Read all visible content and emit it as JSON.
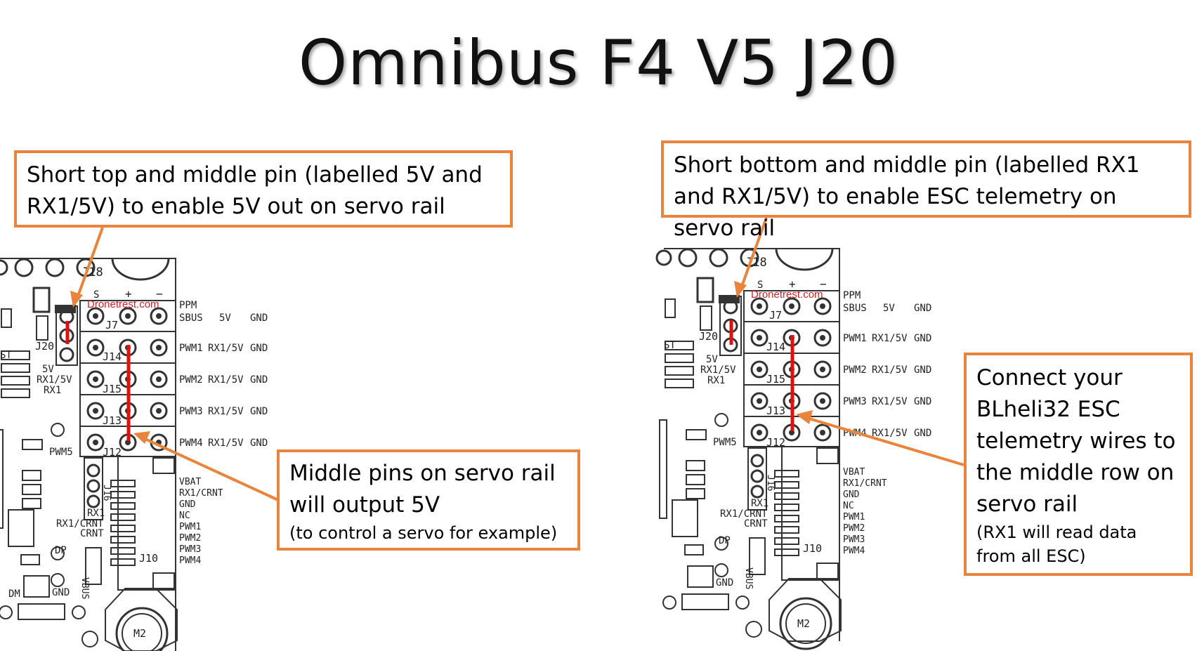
{
  "title": "Omnibus F4 V5 J20",
  "callouts": {
    "top_left": "Short top and middle pin (labelled 5V and RX1/5V) to enable 5V out on servo rail",
    "top_right": "Short bottom and middle pin (labelled RX1 and RX1/5V) to enable ESC telemetry on servo rail",
    "middle_left_main": "Middle pins on servo rail will output 5V",
    "middle_left_note": "(to control a servo for example)",
    "right_main": "Connect your BLheli32 ESC telemetry wires to the middle row on servo rail",
    "right_note": "(RX1 will read data from all ESC)"
  },
  "board_labels": {
    "watermark": "Dronetrest.com",
    "j18": "J18",
    "j20": "J20",
    "j7": "J7",
    "j14": "J14",
    "j15": "J15",
    "j13": "J13",
    "j12": "J12",
    "j16": "J16",
    "j10": "J10",
    "m2": "M2",
    "col_s": "S",
    "col_plus": "+",
    "col_minus": "−",
    "row1": [
      "PPM",
      "SBUS",
      "5V",
      "GND"
    ],
    "row2": [
      "PWM1",
      "RX1/5V",
      "GND"
    ],
    "row3": [
      "PWM2",
      "RX1/5V",
      "GND"
    ],
    "row4": [
      "PWM3",
      "RX1/5V",
      "GND"
    ],
    "row5": [
      "PWM4",
      "RX1/5V",
      "GND"
    ],
    "j20_pins": [
      "5V",
      "RX1/5V",
      "RX1"
    ],
    "side": [
      "VBAT",
      "RX1/CRNT",
      "GND",
      "NC",
      "PWM1",
      "PWM2",
      "PWM3",
      "PWM4"
    ],
    "j10_left": [
      "RX1",
      "RX1/CRNT",
      "CRNT"
    ],
    "pwm5": "PWM5",
    "dp": "DP",
    "dm": "DM",
    "gnd": "GND",
    "vbus": "VBUS",
    "st": "ST"
  },
  "colors": {
    "callout_border": "#e8843c",
    "jumper": "#e01010",
    "watermark": "#d0202a"
  }
}
